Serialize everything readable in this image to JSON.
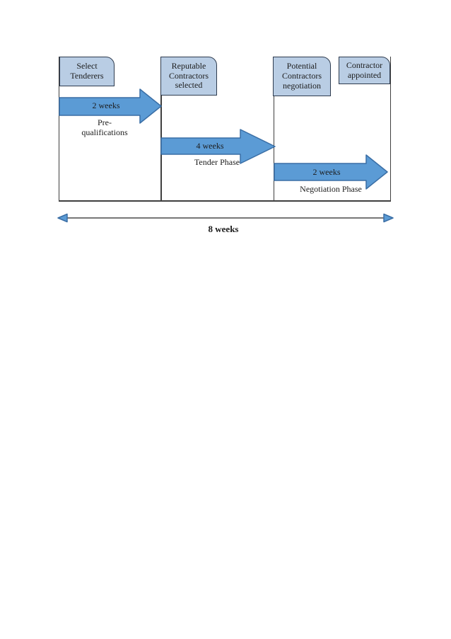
{
  "diagram": {
    "stages": [
      {
        "box": "Select Tenderers"
      },
      {
        "box": "Reputable Contractors selected"
      },
      {
        "box": "Potential Contractors negotiation"
      },
      {
        "box": "Contractor appointed"
      }
    ],
    "phases": [
      {
        "duration": "2 weeks",
        "name": "Pre-qualifications"
      },
      {
        "duration": "4 weeks",
        "name": "Tender Phase"
      },
      {
        "duration": "2 weeks",
        "name": "Negotiation Phase"
      }
    ],
    "timeline_total": "8 weeks",
    "colors": {
      "stage_box_fill": "#b9cde4",
      "stage_box_border": "#2e3b4e",
      "arrow_fill": "#5b9bd5",
      "arrow_border": "#3a6ea5",
      "frame_line": "#3f3f3f",
      "timeline_arrow": "#3f3f3f"
    }
  }
}
